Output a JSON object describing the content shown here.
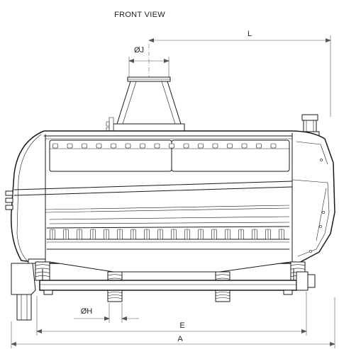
{
  "title": "FRONT VIEW",
  "dimensions": {
    "L": "L",
    "J": "ØJ",
    "H": "ØH",
    "E": "E",
    "A": "A"
  },
  "colors": {
    "line": "#1a1a1a",
    "dimension": "#555555",
    "background": "#ffffff"
  }
}
